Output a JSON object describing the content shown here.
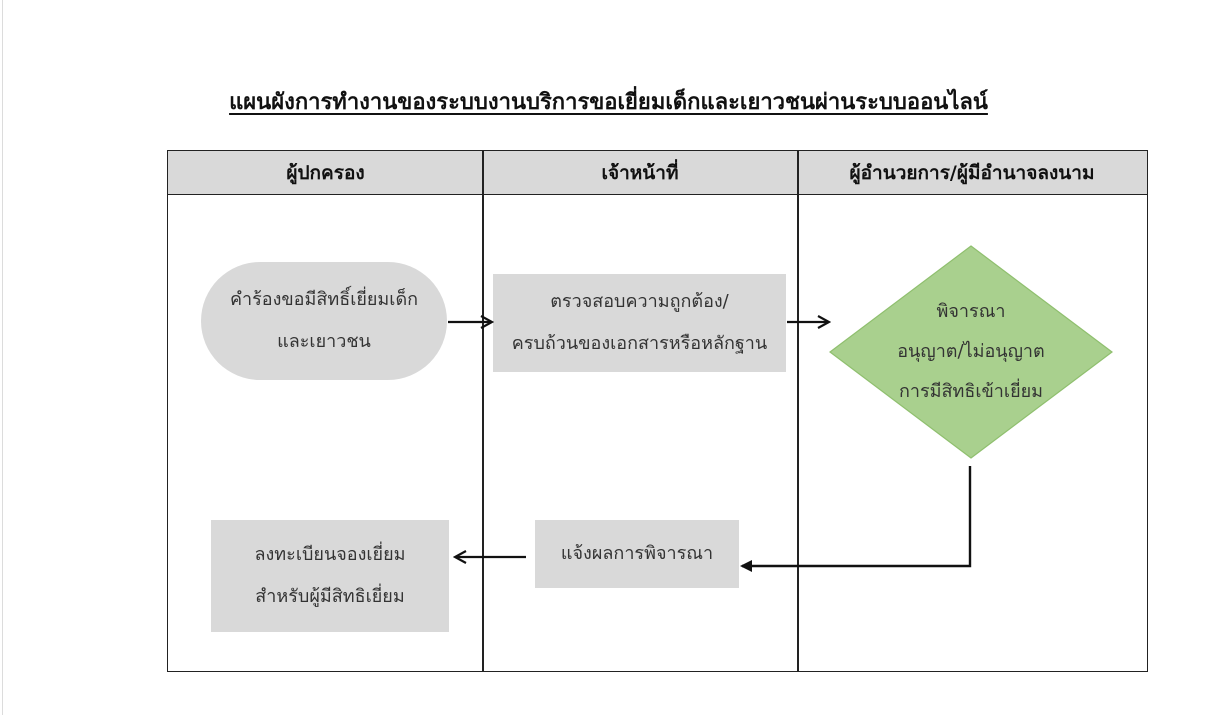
{
  "title": "แผนผังการทำงานของระบบงานบริการขอเยี่ยมเด็กและเยาวชนผ่านระบบออนไลน์",
  "columns": {
    "guardian": "ผู้ปกครอง",
    "officer": "เจ้าหน้าที่",
    "director": "ผู้อำนวยการ/ผู้มีอำนาจลงนาม"
  },
  "steps": {
    "request": {
      "line1": "คำร้องขอมีสิทธิ์เยี่ยมเด็ก",
      "line2": "และเยาวชน"
    },
    "verify": {
      "line1": "ตรวจสอบความถูกต้อง/",
      "line2": "ครบถ้วนของเอกสารหรือหลักฐาน"
    },
    "decision": {
      "line1": "พิจารณา",
      "line2": "อนุญาต/ไม่อนุญาต",
      "line3": "การมีสิทธิเข้าเยี่ยม"
    },
    "notify": {
      "line1": "แจ้งผลการพิจารณา"
    },
    "register": {
      "line1": "ลงทะเบียนจองเยี่ยม",
      "line2": "สำหรับผู้มีสิทธิเยี่ยม"
    }
  },
  "colors": {
    "box_fill": "#d9d9d9",
    "decision_fill": "#a9d08e",
    "decision_stroke": "#8fbf6e",
    "line": "#111111"
  }
}
